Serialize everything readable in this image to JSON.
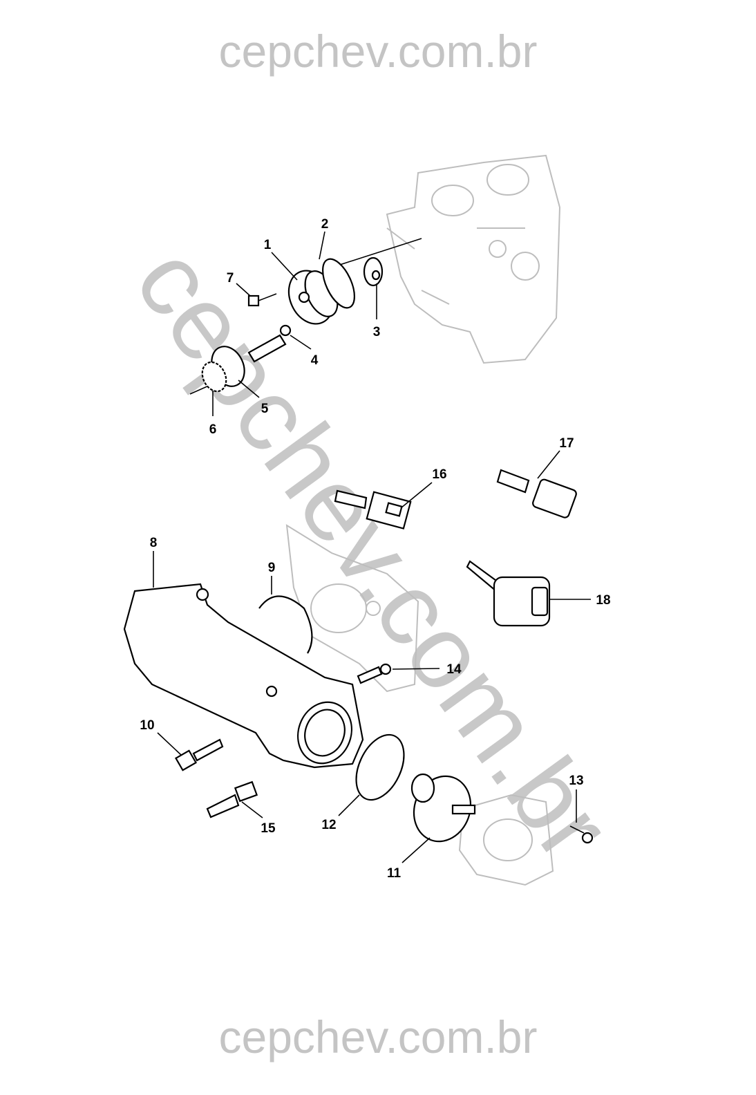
{
  "watermark": {
    "top": "cepchev.com.br",
    "diagonal": "cepchev.com.br",
    "bottom": "cepchev.com.br"
  },
  "callouts": [
    "1",
    "2",
    "3",
    "4",
    "5",
    "6",
    "7",
    "8",
    "9",
    "10",
    "11",
    "12",
    "13",
    "14",
    "15",
    "16",
    "17",
    "18"
  ]
}
